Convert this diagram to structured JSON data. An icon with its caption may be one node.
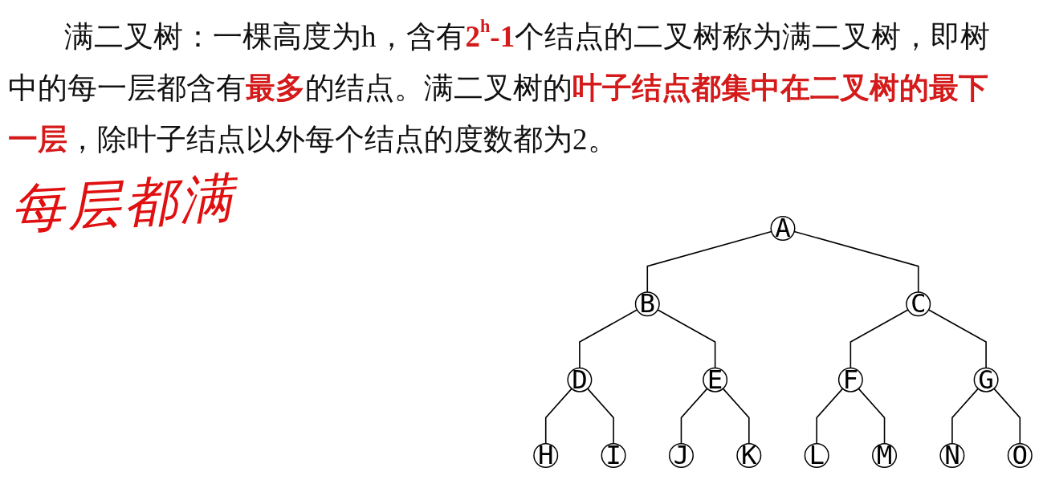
{
  "diagram": {
    "nodes": [
      {
        "text": [
          "A"
        ]
      },
      {
        "text": [
          "B"
        ]
      },
      {
        "text": [
          "C"
        ]
      },
      {
        "text": [
          "D"
        ]
      },
      {
        "text": [
          "E"
        ]
      },
      {
        "text": [
          "F"
        ]
      },
      {
        "text": [
          "G"
        ]
      },
      {
        "text": [
          "H"
        ]
      },
      {
        "text": [
          "I"
        ]
      },
      {
        "text": [
          "J"
        ]
      },
      {
        "text": [
          "K"
        ]
      },
      {
        "text": [
          "L"
        ]
      },
      {
        "text": [
          "M"
        ]
      },
      {
        "text": [
          "N"
        ]
      },
      {
        "text": [
          "O"
        ]
      }
    ],
    "edges": [
      {
        "from": 0,
        "to": 1,
        "arrow": "none"
      },
      {
        "from": 0,
        "to": 2,
        "arrow": "none"
      },
      {
        "from": 1,
        "to": 3,
        "arrow": "none"
      },
      {
        "from": 1,
        "to": 4,
        "arrow": "none"
      },
      {
        "from": 2,
        "to": 5,
        "arrow": "none"
      },
      {
        "from": 2,
        "to": 6,
        "arrow": "none"
      },
      {
        "from": 3,
        "to": 7,
        "arrow": "none"
      },
      {
        "from": 3,
        "to": 8,
        "arrow": "none"
      },
      {
        "from": 4,
        "to": 9,
        "arrow": "none"
      },
      {
        "from": 4,
        "to": 10,
        "arrow": "none"
      },
      {
        "from": 5,
        "to": 11,
        "arrow": "none"
      },
      {
        "from": 5,
        "to": 12,
        "arrow": "none"
      },
      {
        "from": 6,
        "to": 13,
        "arrow": "none"
      },
      {
        "from": 6,
        "to": 14,
        "arrow": "none"
      }
    ],
    "labels": [
      "满二叉树：一棵高度为h，含有**2$^{h}$-1**个结点的二叉树称为满二叉树，即树中的每一层都含有**最多**的结点。满二叉树的**叶子结点都集中在二叉树的最下一层**，除叶子结点以外每个结点的度数都为2。",
      "每层都满"
    ]
  }
}
